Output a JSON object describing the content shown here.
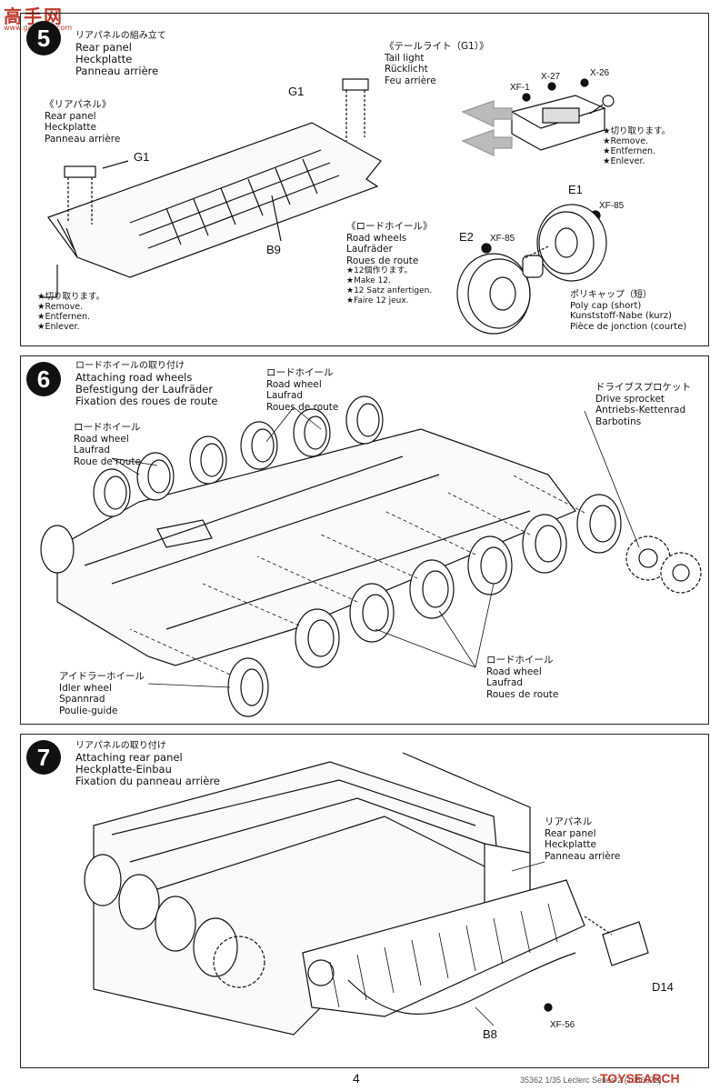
{
  "watermark": {
    "logo": "高手网",
    "url": "www.gaoshou.com"
  },
  "steps": [
    {
      "number": "5",
      "title": [
        "リアパネルの組み立て",
        "Rear panel",
        "Heckplatte",
        "Panneau arrière"
      ],
      "callouts": {
        "rear_panel": [
          "《リアパネル》",
          "Rear panel",
          "Heckplatte",
          "Panneau arrière"
        ],
        "tail_light": [
          "《テールライト（G1）》",
          "Tail light",
          "Rücklicht",
          "Feu arrière"
        ],
        "road_wheels": [
          "《ロードホイール》",
          "Road wheels",
          "Laufräder",
          "Roues de route",
          "★12個作ります。",
          "★Make 12.",
          "★12 Satz anfertigen.",
          "★Faire 12 jeux."
        ],
        "remove_left": [
          "★切り取ります。",
          "★Remove.",
          "★Entfernen.",
          "★Enlever."
        ],
        "remove_right": [
          "★切り取ります。",
          "★Remove.",
          "★Entfernen.",
          "★Enlever."
        ],
        "poly_cap": [
          "ポリキャップ（短）",
          "Poly cap (short)",
          "Kunststoff-Nabe (kurz)",
          "Pièce de jonction (courte)"
        ]
      },
      "parts": {
        "g1_top": "G1",
        "g1_left": "G1",
        "b9": "B9",
        "e1": "E1",
        "e2": "E2",
        "xf85a": "XF-85",
        "xf85b": "XF-85",
        "xf1": "XF-1",
        "x27": "X-27",
        "x26": "X-26"
      }
    },
    {
      "number": "6",
      "title": [
        "ロードホイールの取り付け",
        "Attaching road wheels",
        "Befestigung der Laufräder",
        "Fixation des roues de route"
      ],
      "callouts": {
        "road_wheel_top": [
          "ロードホイール",
          "Road wheel",
          "Laufrad",
          "Roues de route"
        ],
        "road_wheel_left": [
          "ロードホイール",
          "Road wheel",
          "Laufrad",
          "Roue de route"
        ],
        "drive_sprocket": [
          "ドライブスプロケット",
          "Drive sprocket",
          "Antriebs-Kettenrad",
          "Barbotins"
        ],
        "idler_wheel": [
          "アイドラーホイール",
          "Idler wheel",
          "Spannrad",
          "Poulie-guide"
        ],
        "road_wheel_bottom": [
          "ロードホイール",
          "Road wheel",
          "Laufrad",
          "Roues de route"
        ]
      }
    },
    {
      "number": "7",
      "title": [
        "リアパネルの取り付け",
        "Attaching rear panel",
        "Heckplatte-Einbau",
        "Fixation du panneau arrière"
      ],
      "callouts": {
        "rear_panel": [
          "リアパネル",
          "Rear panel",
          "Heckplatte",
          "Panneau arrière"
        ]
      },
      "parts": {
        "d14": "D14",
        "b8": "B8",
        "xf56": "XF-56"
      }
    }
  ],
  "footer": {
    "page": "4",
    "ref": "35362  1/35 Leclerc Series 2 (1056672)",
    "watermark": "TOYSEARCH"
  }
}
